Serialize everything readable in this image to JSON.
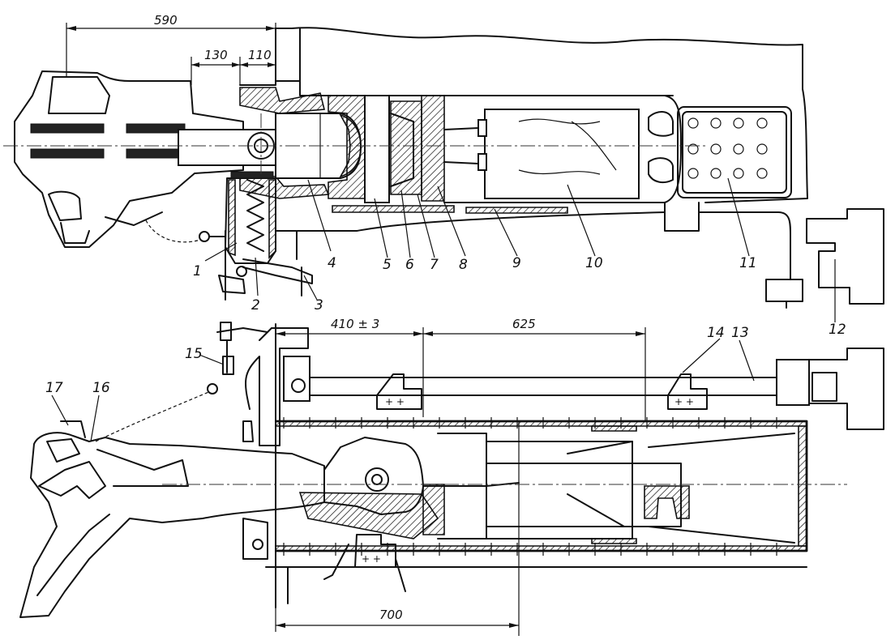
{
  "dimensions": {
    "top_overall": "590",
    "top_mid": "130",
    "top_small": "110",
    "bottom_left": "410 ± 3",
    "bottom_right": "625",
    "bottom_lower": "700"
  },
  "callouts_top": [
    "1",
    "2",
    "3",
    "4",
    "5",
    "6",
    "7",
    "8",
    "9",
    "10",
    "11",
    "12"
  ],
  "callouts_bottom": [
    "13",
    "14",
    "15",
    "16",
    "17"
  ]
}
